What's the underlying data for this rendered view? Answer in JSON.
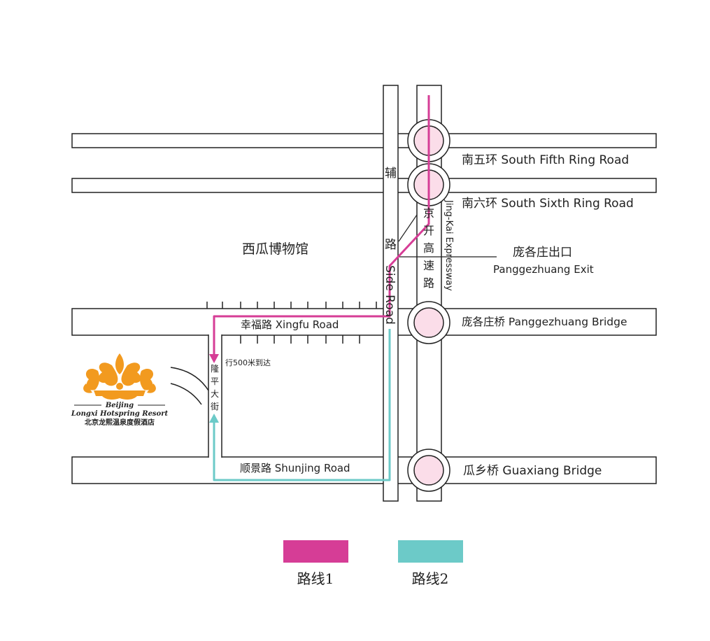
{
  "colors": {
    "route1": "#d63d96",
    "route2": "#6ccac8",
    "roundabout_fill": "#fbdde9",
    "road_stroke": "#222222",
    "logo_orange": "#f29a1f"
  },
  "roads": {
    "fifth_ring": "南五环 South Fifth Ring Road",
    "sixth_ring": "南六环 South Sixth Ring Road",
    "panggezhuang_bridge": "庞各庄桥  Panggezhuang Bridge",
    "guaxiang_bridge": "瓜乡桥  Guaxiang Bridge",
    "xingfu_road": "幸福路  Xingfu Road",
    "shunjing_road": "顺景路  Shunjing Road",
    "side_road_cn_1": "辅",
    "side_road_cn_2": "路",
    "side_road_en": "Side Road",
    "expressway_cn": [
      "京",
      "开",
      "高",
      "速",
      "路"
    ],
    "expressway_en": "Jing-Kai Expressway",
    "longping_street": [
      "隆",
      "平",
      "大",
      "街"
    ]
  },
  "landmarks": {
    "museum": "西瓜博物馆",
    "exit_cn": "庞各庄出口",
    "exit_en": "Panggezhuang Exit",
    "walk_note": "行500米到达"
  },
  "logo": {
    "line1": "Beijing",
    "line2": "Longxi Hotspring Resort",
    "line3": "北京龙熙温泉度假酒店"
  },
  "legend": [
    {
      "label": "路线1",
      "color": "#d63d96"
    },
    {
      "label": "路线2",
      "color": "#6ccac8"
    }
  ]
}
